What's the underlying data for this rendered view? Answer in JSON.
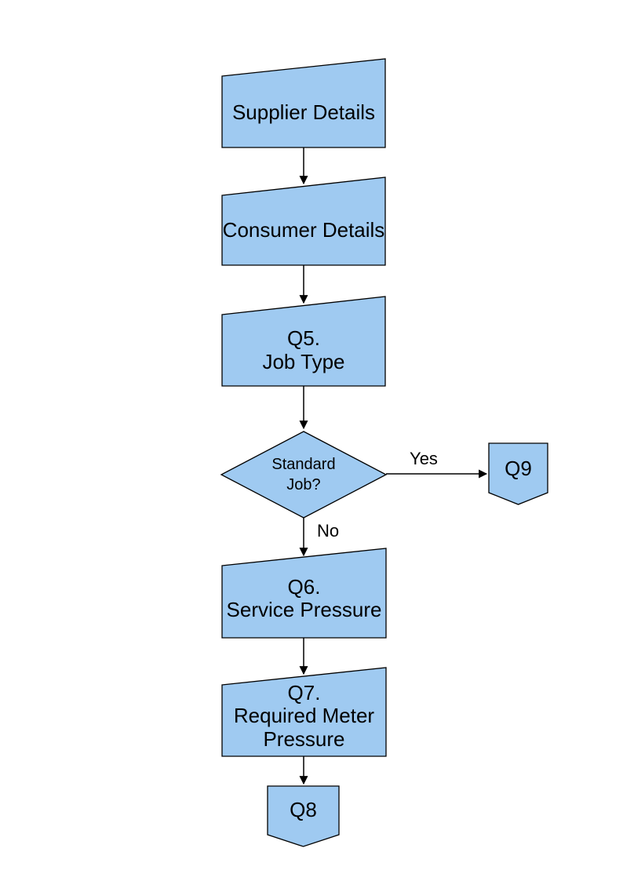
{
  "diagram": {
    "type": "flowchart",
    "nodes": {
      "supplier": {
        "label": "Supplier Details",
        "shape": "manual-input"
      },
      "consumer": {
        "label": "Consumer Details",
        "shape": "manual-input"
      },
      "q5": {
        "label": "Q5.\nJob Type",
        "shape": "manual-input"
      },
      "decision": {
        "label": "Standard\nJob?",
        "shape": "decision-diamond"
      },
      "q9": {
        "label": "Q9",
        "shape": "off-page-connector"
      },
      "q6": {
        "label": "Q6.\nService Pressure",
        "shape": "manual-input"
      },
      "q7": {
        "label": "Q7.\nRequired Meter\nPressure",
        "shape": "manual-input"
      },
      "q8": {
        "label": "Q8",
        "shape": "off-page-connector"
      }
    },
    "edge_labels": {
      "yes": "Yes",
      "no": "No"
    },
    "edges": [
      {
        "from": "supplier",
        "to": "consumer"
      },
      {
        "from": "consumer",
        "to": "q5"
      },
      {
        "from": "q5",
        "to": "decision"
      },
      {
        "from": "decision",
        "to": "q9",
        "label": "Yes"
      },
      {
        "from": "decision",
        "to": "q6",
        "label": "No"
      },
      {
        "from": "q6",
        "to": "q7"
      },
      {
        "from": "q7",
        "to": "q8"
      }
    ]
  },
  "colors": {
    "node_fill": "#9fcaf1",
    "node_border": "#000000",
    "background": "#ffffff",
    "text": "#000000"
  }
}
